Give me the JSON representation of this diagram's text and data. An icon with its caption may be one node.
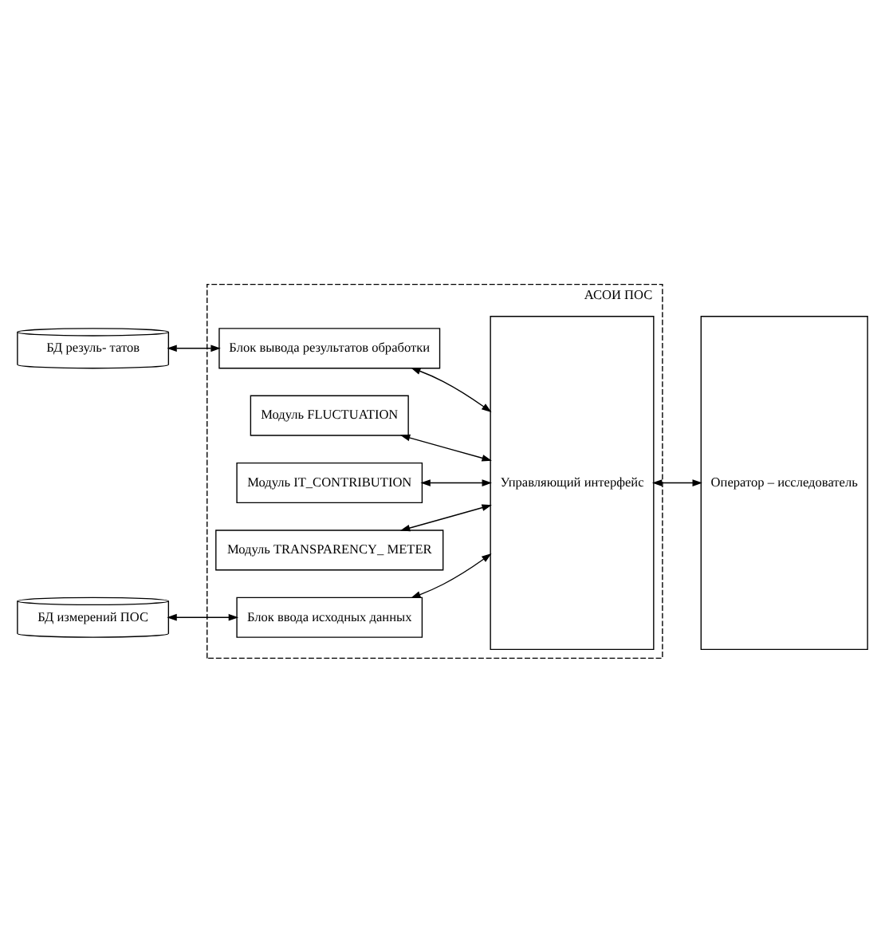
{
  "diagram": {
    "nodes": [
      {
        "text": [
          "АСОИ ПОС"
        ]
      },
      {
        "text": [
          "Блок ввода исходных данных"
        ],
        "in": 0
      },
      {
        "text": [
          "Модуль TRANSPARENCY_ METER"
        ],
        "in": 0
      },
      {
        "text": [
          "Модуль IT_CONTRIBUTION"
        ],
        "in": 0
      },
      {
        "text": [
          "Модуль FLUCTUATION"
        ],
        "in": 0
      },
      {
        "text": [
          "Блок вывода результатов обработки"
        ],
        "in": 0
      },
      {
        "text": [
          "Управляющий интерфейс"
        ],
        "in": 0
      },
      {
        "text": [
          "БД измерений ПОС"
        ]
      },
      {
        "text": [
          "БД резуль- татов"
        ]
      },
      {
        "text": [
          "Оператор – исследователь"
        ]
      }
    ],
    "edges": [
      {
        "from": 1,
        "to": 7,
        "arrow": "both"
      },
      {
        "from": 1,
        "to": 6,
        "arrow": "both"
      },
      {
        "from": 2,
        "to": 6,
        "arrow": "both"
      },
      {
        "from": 3,
        "to": 6,
        "arrow": "both"
      },
      {
        "from": 4,
        "to": 6,
        "arrow": "both"
      },
      {
        "from": 5,
        "to": 6,
        "arrow": "both"
      },
      {
        "from": 5,
        "to": 8,
        "arrow": "both"
      },
      {
        "from": 6,
        "to": 9,
        "arrow": "both"
      }
    ]
  }
}
